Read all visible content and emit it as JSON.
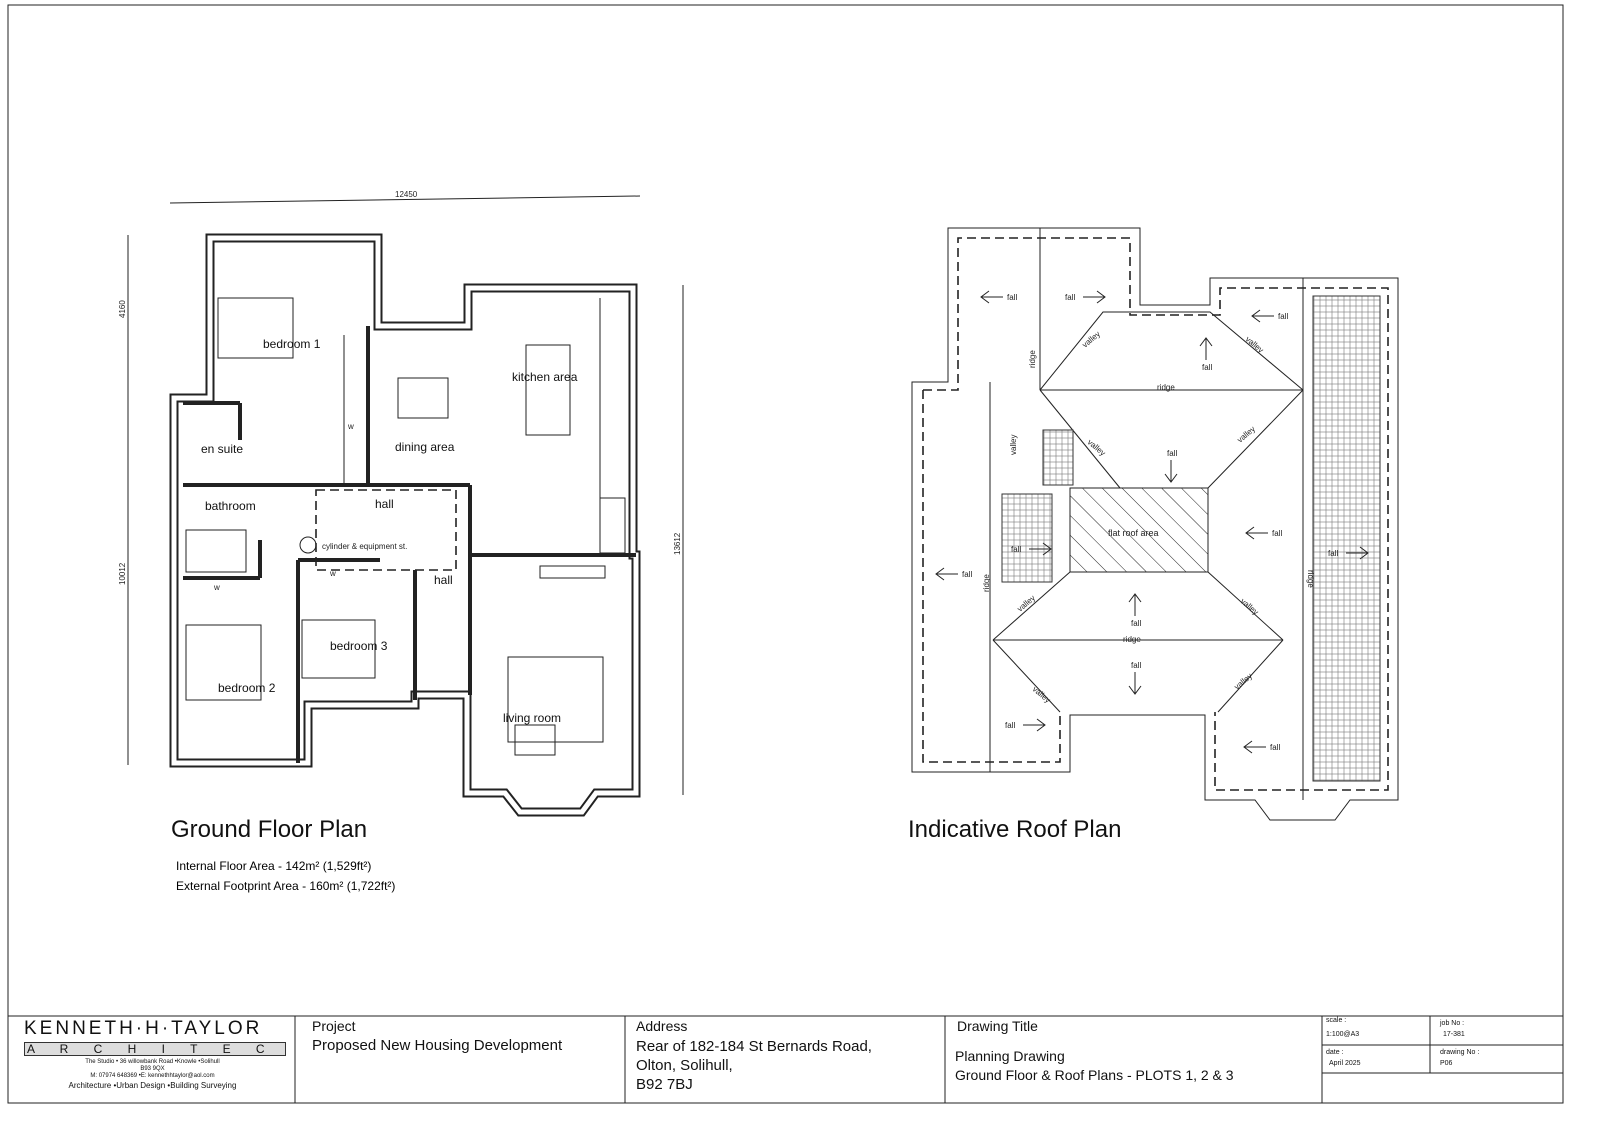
{
  "ground_floor": {
    "title": "Ground Floor Plan",
    "internal_area": "Internal Floor Area - 142m² (1,529ft²)",
    "external_area": "External Footprint Area - 160m² (1,722ft²)",
    "dims": {
      "width": "12450",
      "left_upper": "4160",
      "left_lower": "10012",
      "right": "13612"
    },
    "rooms": {
      "bedroom1": "bedroom 1",
      "kitchen": "kitchen area",
      "dining": "dining area",
      "ensuite": "en suite",
      "bathroom": "bathroom",
      "hall1": "hall",
      "hall2": "hall",
      "cylinder": "cylinder & equipment st.",
      "bedroom3": "bedroom 3",
      "bedroom2": "bedroom 2",
      "living": "living room",
      "w1": "w",
      "w2": "w",
      "w3": "w"
    }
  },
  "roof": {
    "title": "Indicative Roof Plan",
    "flat_roof": "flat roof area",
    "fall": "fall",
    "valley": "valley",
    "ridge": "ridge"
  },
  "title_block": {
    "logo_line1": "KENNETH·H·TAYLOR",
    "logo_line2": "A R C H I T E C T U R E",
    "address1": "The Studio • 36 willowbank Road •Knowle •Solihull",
    "address2": "B93 9QX",
    "contact": "M: 07974 648369 •E: kennethhtaylor@aol.com",
    "services": "Architecture •Urban Design •Building Surveying",
    "project_label": "Project",
    "project": "Proposed New Housing Development",
    "address_label": "Address",
    "address_lines": [
      "Rear of 182-184 St Bernards Road,",
      "Olton, Solihull,",
      "B92 7BJ"
    ],
    "drawing_title_label": "Drawing Title",
    "drawing_title_lines": [
      "Planning Drawing",
      "Ground Floor & Roof Plans - PLOTS 1, 2 & 3"
    ],
    "scale_label": "scale :",
    "scale": "1:100@A3",
    "job_label": "job No :",
    "job": "17-381",
    "date_label": "date :",
    "date": "April 2025",
    "drawing_no_label": "drawing No :",
    "drawing_no": "P06"
  }
}
